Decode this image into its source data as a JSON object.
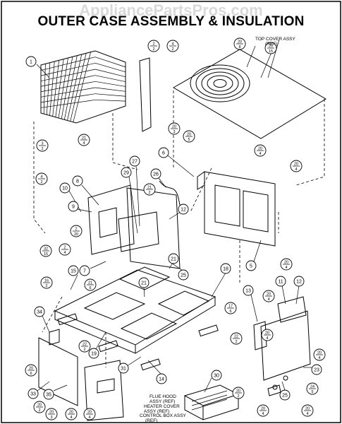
{
  "watermark": "AppliancePartsPros.com",
  "title": "OUTER CASE ASSEMBLY & INSULATION",
  "callouts": [
    {
      "id": "c1",
      "text": "1"
    },
    {
      "id": "c2",
      "text": "5"
    },
    {
      "id": "c3",
      "text": "6"
    },
    {
      "id": "c4",
      "text": "7"
    },
    {
      "id": "c5",
      "text": "8"
    },
    {
      "id": "c6",
      "text": "9"
    },
    {
      "id": "c7",
      "text": "10"
    },
    {
      "id": "c8",
      "text": "11"
    },
    {
      "id": "c9",
      "text": "12"
    },
    {
      "id": "c10",
      "text": "12"
    },
    {
      "id": "c11",
      "text": "13"
    },
    {
      "id": "c12",
      "text": "14"
    },
    {
      "id": "c13",
      "text": "15"
    },
    {
      "id": "c14",
      "text": "18"
    },
    {
      "id": "c15",
      "text": "19"
    },
    {
      "id": "c16",
      "text": "21"
    },
    {
      "id": "c17",
      "text": "21"
    },
    {
      "id": "c18",
      "text": "23"
    },
    {
      "id": "c19",
      "text": "25"
    },
    {
      "id": "c20",
      "text": "25"
    },
    {
      "id": "c21",
      "text": "26"
    },
    {
      "id": "c22",
      "text": "27"
    },
    {
      "id": "c23",
      "text": "29"
    },
    {
      "id": "c24",
      "text": "30"
    },
    {
      "id": "c25",
      "text": "31"
    },
    {
      "id": "c26",
      "text": "33"
    },
    {
      "id": "c27",
      "text": "34"
    },
    {
      "id": "c28",
      "text": "35"
    }
  ],
  "fractions": [
    {
      "id": "f1",
      "num": "2",
      "den": "2"
    },
    {
      "id": "f2",
      "num": "4",
      "den": "2"
    },
    {
      "id": "f3",
      "num": "20",
      "den": "8"
    },
    {
      "id": "f4",
      "num": "20",
      "den": "15"
    },
    {
      "id": "f5",
      "num": "20",
      "den": "3"
    },
    {
      "id": "f6",
      "num": "20",
      "den": "5"
    },
    {
      "id": "f7",
      "num": "20",
      "den": "4"
    },
    {
      "id": "f8",
      "num": "20",
      "den": "4"
    },
    {
      "id": "f9",
      "num": "21",
      "den": "4"
    },
    {
      "id": "f10",
      "num": "3",
      "den": "2"
    },
    {
      "id": "f11",
      "num": "4",
      "den": "2"
    },
    {
      "id": "f12",
      "num": "21",
      "den": "2"
    },
    {
      "id": "f13",
      "num": "2",
      "den": "20"
    },
    {
      "id": "f14",
      "num": "2",
      "den": "4"
    },
    {
      "id": "f15",
      "num": "32",
      "den": "15"
    },
    {
      "id": "f16",
      "num": "21",
      "den": "6"
    },
    {
      "id": "f17",
      "num": "16",
      "den": "2"
    },
    {
      "id": "f18",
      "num": "20",
      "den": "4"
    },
    {
      "id": "f19",
      "num": "17",
      "den": "6"
    },
    {
      "id": "f20",
      "num": "20",
      "den": "4"
    },
    {
      "id": "f21",
      "num": "22",
      "den": "2"
    },
    {
      "id": "f22",
      "num": "22",
      "den": "2"
    },
    {
      "id": "f23",
      "num": "20",
      "den": "4"
    },
    {
      "id": "f24",
      "num": "24",
      "den": "5"
    },
    {
      "id": "f25",
      "num": "20",
      "den": "6"
    },
    {
      "id": "f26",
      "num": "20",
      "den": "2"
    },
    {
      "id": "f27",
      "num": "20",
      "den": "3"
    },
    {
      "id": "f28",
      "num": "20",
      "den": "4"
    },
    {
      "id": "f29",
      "num": "20",
      "den": "4"
    },
    {
      "id": "f30",
      "num": "20",
      "den": "2"
    },
    {
      "id": "f31",
      "num": "20",
      "den": "4"
    },
    {
      "id": "f32",
      "num": "20",
      "den": "4"
    },
    {
      "id": "f33",
      "num": "20",
      "den": "4"
    }
  ],
  "refs": {
    "top_cover": [
      "TOP COVER ASSY",
      "(REF)"
    ],
    "flue_hood": [
      "FLUE HOOD",
      "ASSY (REF)"
    ],
    "heater_cover": [
      "HEATER COVER",
      "ASSY (REF)"
    ],
    "control_box": [
      "CONTROL BOX ASSY",
      "(REF)"
    ]
  }
}
